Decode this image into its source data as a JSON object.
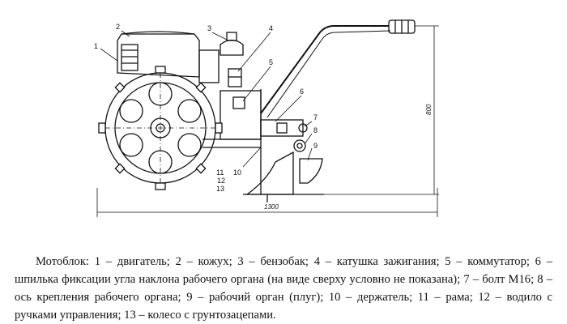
{
  "labels": {
    "l1": "1",
    "l2": "2",
    "l3": "3",
    "l4": "4",
    "l5": "5",
    "l6": "6",
    "l7": "7",
    "l8": "8",
    "l9": "9",
    "l10": "10",
    "l11": "11",
    "l12": "12",
    "l13": "13"
  },
  "dimensions": {
    "width": "1300",
    "height": "800"
  },
  "caption": "Мотоблок: 1 – двигатель; 2 – кожух; 3 – бензобак; 4 – катушка зажигания; 5 – коммутатор; 6 – шпилька фиксации угла наклона рабочего органа (на виде сверху условно не показана); 7 – болт М16; 8 – ось крепления рабочего органа; 9 – рабочий орган (плуг); 10 – держатель; 11 – рама; 12 – водило с ручками управления; 13 – колесо с грунтозацепами."
}
